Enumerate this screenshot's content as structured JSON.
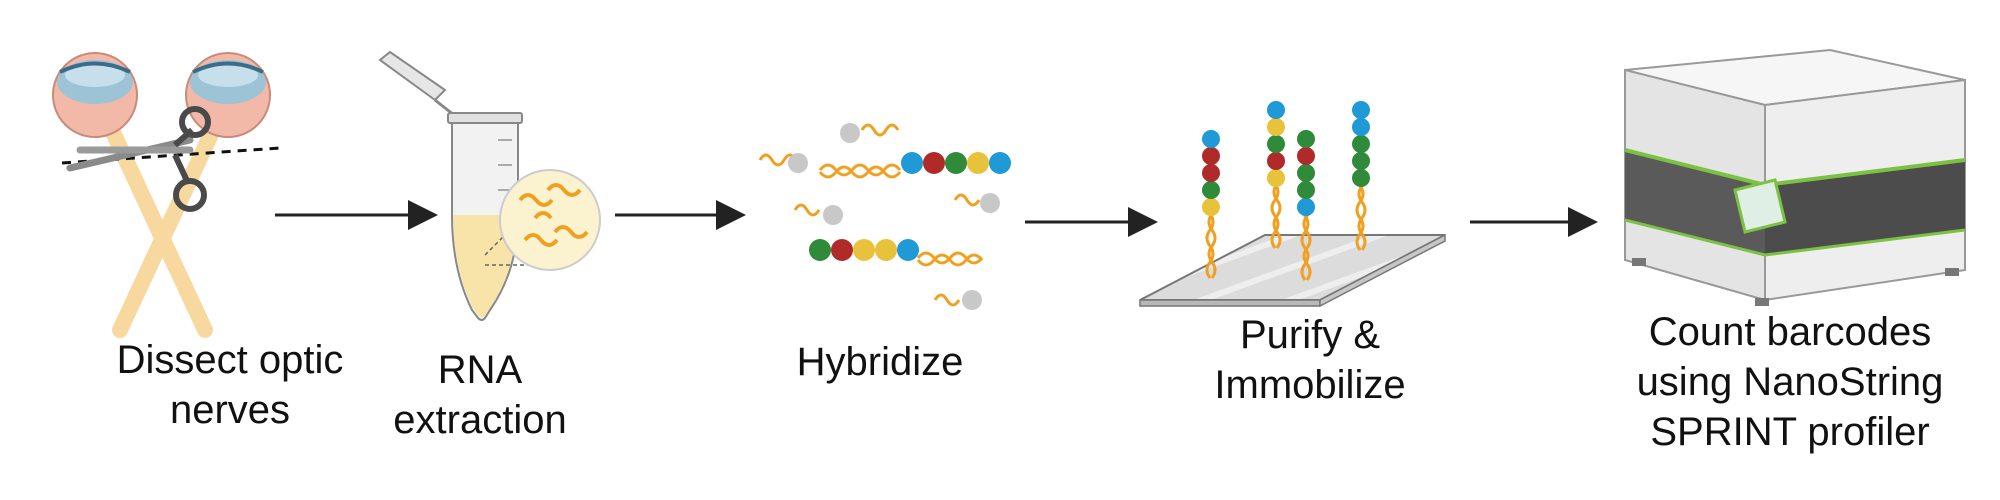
{
  "steps": [
    {
      "label_lines": [
        "Dissect optic",
        "nerves"
      ]
    },
    {
      "label_lines": [
        "RNA",
        "extraction"
      ]
    },
    {
      "label_lines": [
        "Hybridize"
      ]
    },
    {
      "label_lines": [
        "Purify &",
        "Immobilize"
      ]
    },
    {
      "label_lines": [
        "Count barcodes",
        "using NanoString",
        "SPRINT profiler"
      ]
    }
  ],
  "colors": {
    "optic_nerve": "#f7d9a0",
    "eye_outer": "#f2b9a8",
    "eye_inner": "#9cc3d6",
    "scissors": "#555555",
    "tube": "#f2f2f2",
    "tube_liquid": "#f8e4a8",
    "rna_strand": "#f0a020",
    "bead_blue": "#1f9ad6",
    "bead_red": "#b02a2a",
    "bead_green": "#2f8a3a",
    "bead_yellow": "#e8c23a",
    "bead_gray": "#c8c8c8",
    "slide": "#dcdcdc",
    "machine_body": "#f0f0f0",
    "machine_band": "#5a5a5a",
    "machine_accent": "#7cc242",
    "arrow": "#222222"
  },
  "icons": [
    "eye-icon",
    "scissors-icon",
    "microcentrifuge-tube-icon",
    "rna-icon",
    "barcode-probe-icon",
    "glass-slide-icon",
    "nanostring-profiler-icon",
    "arrow-icon"
  ]
}
